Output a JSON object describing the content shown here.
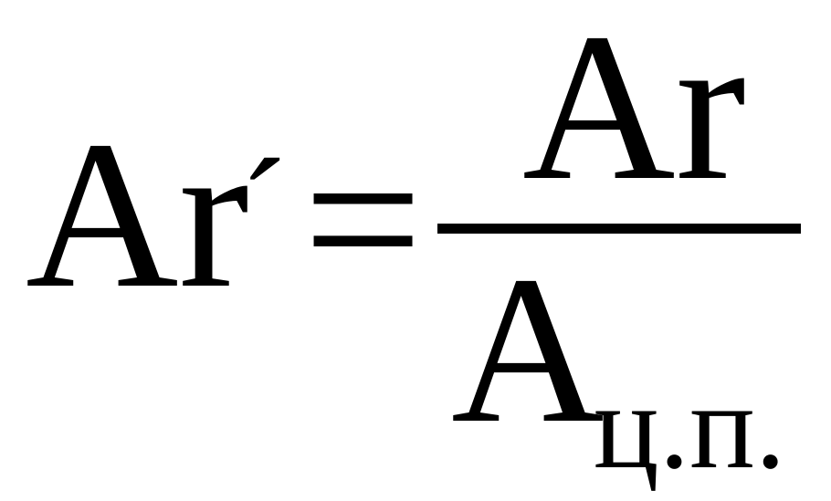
{
  "formula": {
    "lhs": "Ar",
    "prime": "´",
    "equals": "=",
    "numerator": "Ar",
    "denominator_main": "A",
    "denominator_subscript": "ц.п."
  }
}
